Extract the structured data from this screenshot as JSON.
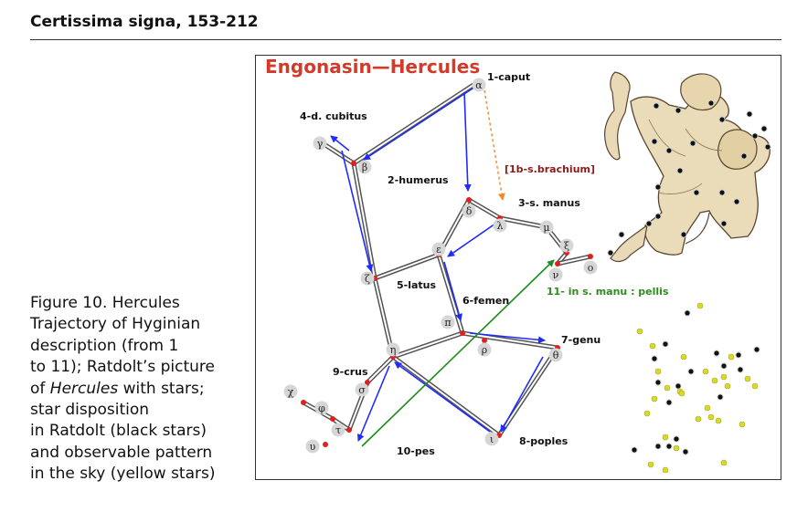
{
  "header": {
    "title": "Certissima signa, 153-212"
  },
  "caption": {
    "figure_label": "Figure 10. Hercules",
    "line2": "Trajectory of Hyginian",
    "line3": "description (from 1",
    "line4": "to 11); Ratdolt’s picture",
    "line5a": "of ",
    "line5b": "Hercules",
    "line5c": " with stars;",
    "line6": "star disposition",
    "line7": "in Ratdolt (black stars)",
    "line8": "and observable pattern",
    "line9": "in the sky (yellow stars)"
  },
  "diagram": {
    "title": "Engonasin—Hercules",
    "labels": {
      "caput": "1-caput",
      "humerus": "2-humerus",
      "brachium": "[1b-s.brachium]",
      "manus": "3-s. manus",
      "cubitus": "4-d. cubitus",
      "latus": "5-latus",
      "femen": "6-femen",
      "genu": "7-genu",
      "poples": "8-poples",
      "crus": "9-crus",
      "pes": "10-pes",
      "pellis": "11- in s. manu : pellis"
    },
    "stars": {
      "alpha": "α",
      "beta": "β",
      "gamma": "γ",
      "delta": "δ",
      "epsilon": "ε",
      "zeta": "ζ",
      "eta": "η",
      "theta": "θ",
      "iota": "ι",
      "lambda": "λ",
      "mu": "μ",
      "nu": "ν",
      "xi": "ξ",
      "omicron": "ο",
      "pi": "π",
      "rho": "ρ",
      "sigma": "σ",
      "tau": "τ",
      "upsilon": "υ",
      "phi": "φ",
      "chi": "χ"
    },
    "colors": {
      "title": "#d23a2a",
      "segment": "#555555",
      "arrow": "#1f2bff",
      "green_arrow": "#1e8b1e",
      "dashed_arrow": "#f08a24",
      "star_dot": "#e02020",
      "star_badge": "#d6d6d6",
      "black_star": "#111111",
      "yellow_star": "#d9d92a"
    }
  }
}
